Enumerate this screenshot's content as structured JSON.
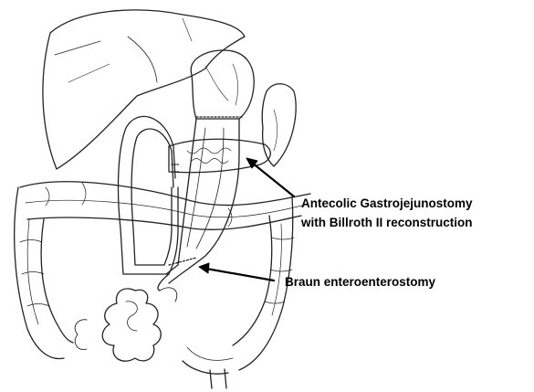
{
  "annotations": {
    "gastrojejunostomy": {
      "line1": "Antecolic Gastrojejunostomy",
      "line2": "with Billroth II reconstruction"
    },
    "braun": {
      "text": "Braun enteroenterostomy"
    }
  },
  "colors": {
    "ink": "#000000",
    "background": "#ffffff"
  }
}
